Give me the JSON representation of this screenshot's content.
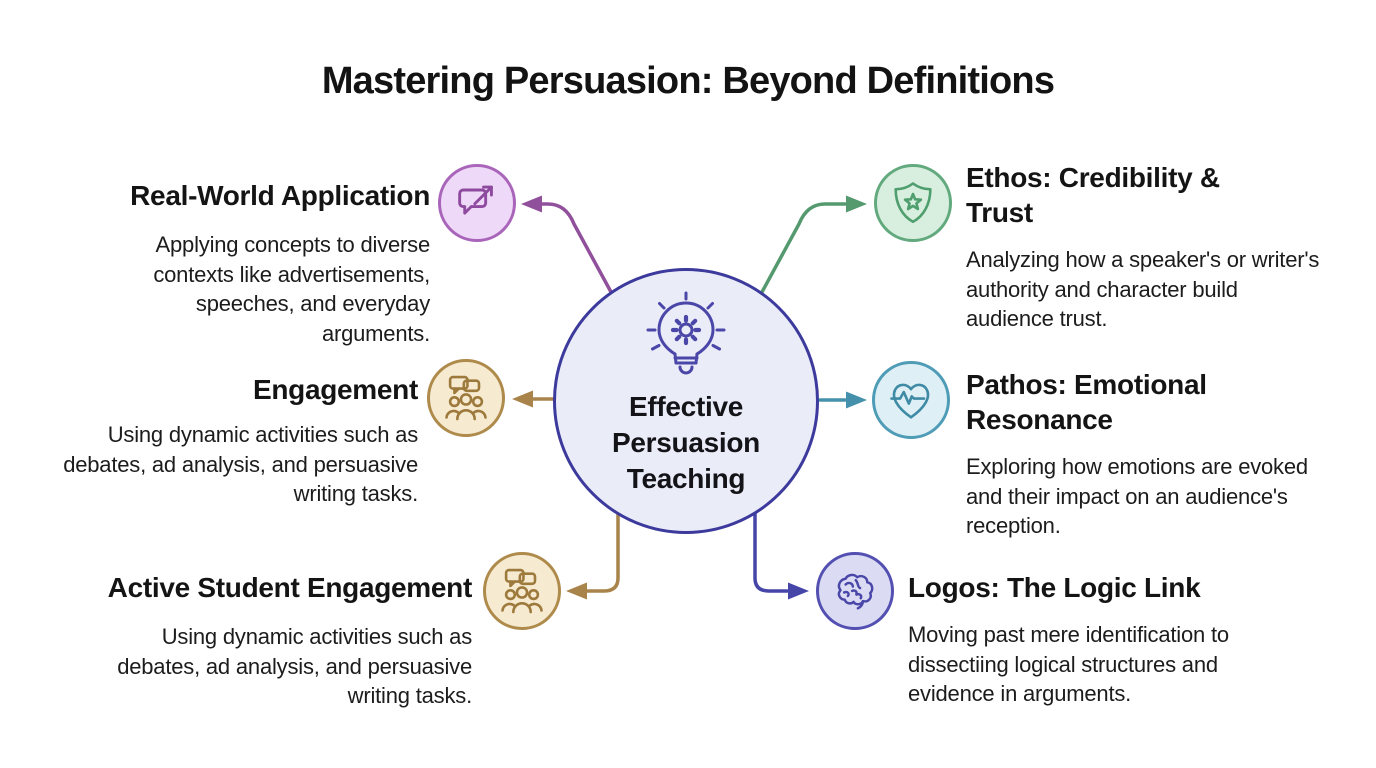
{
  "background": "#ffffff",
  "title": "Mastering Persuasion: Beyond Definitions",
  "center": {
    "icon": "lightbulb-gear-icon",
    "label_lines": [
      "Effective",
      "Persuasion",
      "Teaching"
    ],
    "colors": {
      "circle_fill": "#eaecf8",
      "circle_border": "#3c3a9c",
      "icon": "#4a47a8"
    }
  },
  "branches": [
    {
      "id": "real-world-application",
      "side": "left",
      "heading": "Real-World Application",
      "description": "Applying concepts to diverse contexts like advertisements, speeches, and everyday arguments.",
      "icon": "chat-share-icon",
      "colors": {
        "line": "#91509c",
        "circle_border": "#a965ba",
        "circle_fill": "#efd9f8",
        "icon": "#8e4a9e"
      }
    },
    {
      "id": "engagement",
      "side": "left",
      "heading": "Engagement",
      "description": "Using dynamic activities such as debates, ad analysis, and persuasive writing tasks.",
      "icon": "discussion-group-icon",
      "colors": {
        "line": "#a8834a",
        "circle_border": "#ae8a4b",
        "circle_fill": "#f6ead1",
        "icon": "#9d7a3c"
      }
    },
    {
      "id": "active-student-engagement",
      "side": "left",
      "heading": "Active Student Engagement",
      "description": "Using dynamic activities such as debates, ad analysis, and persuasive writing tasks.",
      "icon": "discussion-group-icon",
      "colors": {
        "line": "#a8834a",
        "circle_border": "#ae8a4b",
        "circle_fill": "#f6ead1",
        "icon": "#9d7a3c"
      }
    },
    {
      "id": "ethos",
      "side": "right",
      "heading": "Ethos: Credibility & Trust",
      "description": "Analyzing how a speaker's or writer's authority and character build audience trust.",
      "icon": "shield-star-icon",
      "colors": {
        "line": "#55996e",
        "circle_border": "#62a97e",
        "circle_fill": "#d8efdf",
        "icon": "#4f9e6e"
      }
    },
    {
      "id": "pathos",
      "side": "right",
      "heading": "Pathos: Emotional Resonance",
      "description": "Exploring how emotions are evoked and their impact on an audience's reception.",
      "icon": "heart-pulse-icon",
      "colors": {
        "line": "#4590aa",
        "circle_border": "#4f9cb6",
        "circle_fill": "#def0f6",
        "icon": "#3f8aa4"
      }
    },
    {
      "id": "logos",
      "side": "right",
      "heading": "Logos: The Logic Link",
      "description": "Moving past mere identification to dissectiing logical structures and evidence in arguments.",
      "icon": "brain-icon",
      "colors": {
        "line": "#4645a8",
        "circle_border": "#5350b2",
        "circle_fill": "#dbdcf4",
        "icon": "#4a47a8"
      }
    }
  ]
}
